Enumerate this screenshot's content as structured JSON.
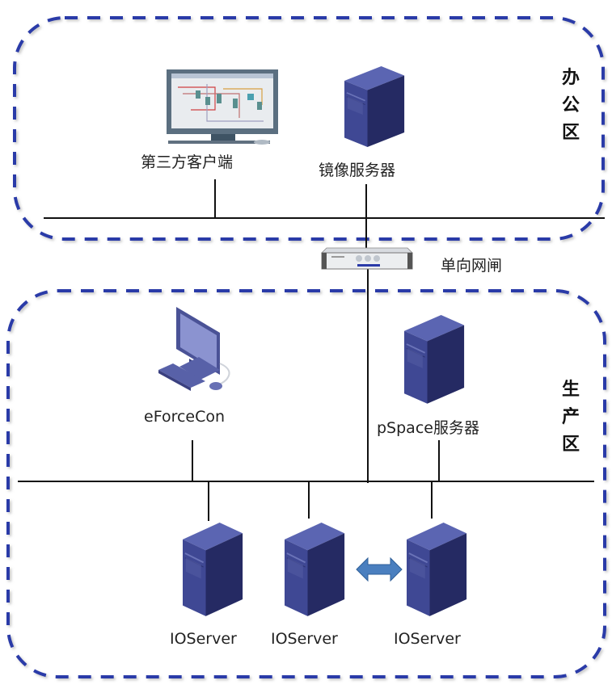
{
  "zones": {
    "office": {
      "label_chars": [
        "办",
        "公",
        "区"
      ]
    },
    "production": {
      "label_chars": [
        "生",
        "产",
        "区"
      ]
    }
  },
  "nodes": {
    "third_party_client": {
      "label": "第三方客户端",
      "icon": "monitor-scada-icon"
    },
    "mirror_server": {
      "label": "镜像服务器",
      "icon": "tower-server-icon"
    },
    "gateway": {
      "label": "单向网闸",
      "icon": "rack-gateway-icon"
    },
    "eforcecon": {
      "label": "eForceCon",
      "icon": "desktop-workstation-icon"
    },
    "pspace_server": {
      "label": "pSpace服务器",
      "icon": "tower-server-icon"
    },
    "ioservers": [
      {
        "label": "IOServer",
        "icon": "tower-server-icon"
      },
      {
        "label": "IOServer",
        "icon": "tower-server-icon"
      },
      {
        "label": "IOServer",
        "icon": "tower-server-icon"
      }
    ],
    "redundancy_link": {
      "icon": "double-arrow-icon"
    }
  },
  "colors": {
    "zone_border": "#2a3aa8",
    "server_front": "#3d4690",
    "server_side": "#262b66",
    "server_top": "#5a64b0",
    "arrow": "#4a7fbf",
    "line": "#111111"
  }
}
